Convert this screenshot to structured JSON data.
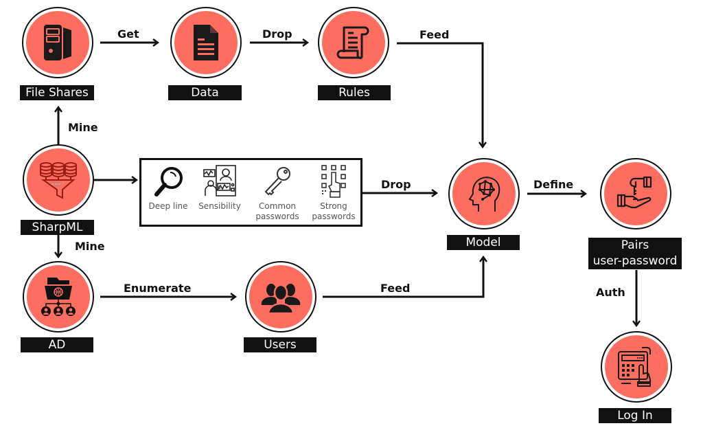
{
  "nodes": {
    "file_shares": {
      "label": "File Shares",
      "icon": "server-icon"
    },
    "data": {
      "label": "Data",
      "icon": "document-icon"
    },
    "rules": {
      "label": "Rules",
      "icon": "scroll-icon"
    },
    "sharpml": {
      "label": "SharpML",
      "icon": "database-funnel-icon"
    },
    "ad": {
      "label": "AD",
      "icon": "folder-network-icon"
    },
    "users": {
      "label": "Users",
      "icon": "users-group-icon"
    },
    "model": {
      "label": "Model",
      "icon": "brain-head-icon"
    },
    "pairs": {
      "label_line1": "Pairs",
      "label_line2": "user-password",
      "icon": "key-handover-icon"
    },
    "login": {
      "label": "Log In",
      "icon": "keypad-icon"
    }
  },
  "features": [
    {
      "label": "Deep line",
      "icon": "magnifier-icon"
    },
    {
      "label": "Sensibility",
      "icon": "monitoring-person-icon"
    },
    {
      "label": "Common\npasswords",
      "icon": "key-icon"
    },
    {
      "label": "Strong\npasswords",
      "icon": "keypad-touch-icon"
    }
  ],
  "edges": {
    "get": "Get",
    "drop_data_rules": "Drop",
    "feed_rules_model": "Feed",
    "mine_up": "Mine",
    "mine_down": "Mine",
    "drop_panel_model": "Drop",
    "define": "Define",
    "enumerate": "Enumerate",
    "feed_users_model": "Feed",
    "auth": "Auth"
  },
  "colors": {
    "node_fill": "#fd6e61",
    "label_bg": "#111111",
    "line": "#111111"
  }
}
